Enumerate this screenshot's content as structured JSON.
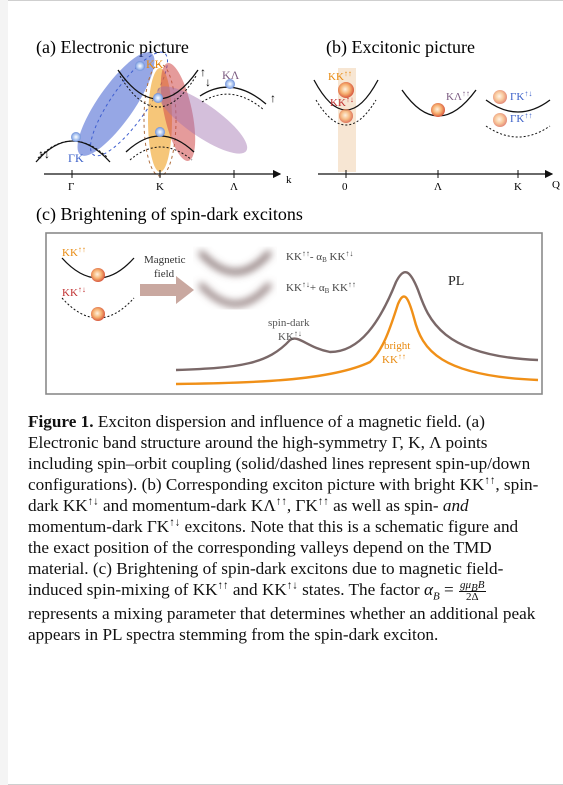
{
  "panel_a": {
    "title": "(a) Electronic picture",
    "valley_labels": {
      "kk": "KK",
      "klambda": "KΛ",
      "gammak": "ΓK"
    },
    "spin_marks": {
      "left": "↑↓",
      "up": "↑",
      "down": "↓"
    },
    "axis_ticks": [
      "Γ",
      "K",
      "Λ"
    ],
    "axis_label": "k"
  },
  "panel_b": {
    "title": "(b) Excitonic picture",
    "labels": {
      "kk_upup": "KK",
      "kk_updown": "KK",
      "klambda": "KΛ",
      "gk_updown": "ΓK",
      "gk_upup": "ΓK"
    },
    "spins": {
      "upup": "↑↑",
      "updown": "↑↓"
    },
    "axis_ticks": [
      "0",
      "Λ",
      "K"
    ],
    "axis_label": "Q"
  },
  "panel_c": {
    "title": "(c) Brightening of spin-dark excitons",
    "kk_upup": "KK",
    "kk_updown": "KK",
    "spins": {
      "upup": "↑↑",
      "updown": "↑↓"
    },
    "arrow_label_1": "Magnetic",
    "arrow_label_2": "field",
    "mix_upper_prefix": "KK",
    "mix_upper_op": "- α",
    "mix_lower_prefix": "KK",
    "mix_lower_op": "+ α",
    "alpha_sub": "B",
    "mix_kk": "KK",
    "pl_label": "PL",
    "dark_label_1": "spin-dark",
    "dark_label_2": "KK",
    "bright_label_1": "bright",
    "bright_label_2": "KK"
  },
  "caption": {
    "label": "Figure 1.",
    "t1": " Exciton dispersion and influence of a magnetic field. (a) Electronic band structure around the high-symmetry Γ, K, Λ points including spin–orbit coupling (solid/dashed lines represent spin-up/down configurations). (b) Corresponding exciton picture with bright KK",
    "s1": "↑↑",
    "t2": ", spin-dark KK",
    "s2": "↑↓",
    "t3": " and momentum-dark KΛ",
    "s3": "↑↑",
    "t4": ", ΓK",
    "s4": "↑↑",
    "t5": " as well as spin- ",
    "t5i": "and",
    "t6": " momentum-dark ΓK",
    "s6": "↑↓",
    "t7": " excitons. Note that this is a schematic figure and the exact position of the corresponding valleys depend on the TMD material. (c) Brightening of spin-dark excitons due to magnetic field-induced spin-mixing of KK",
    "s7": "↑↑",
    "t8": " and KK",
    "s8": "↑↓",
    "t9": " states. The factor ",
    "alpha": "α",
    "alpha_sub": "B",
    "eq": " = ",
    "frac_num": "gμ",
    "frac_num_sub": "B",
    "frac_num_tail": "B",
    "frac_den": "2Δ",
    "t10": " represents a mixing parameter that determines whether an additional peak appears in PL spectra stemming from the spin-dark exciton."
  },
  "colors": {
    "blue": "#3f5fd0",
    "orange": "#f0a020",
    "red": "#d04848",
    "purple": "#a070b0",
    "pl_brown": "#7a6868",
    "pl_orange": "#f09018",
    "label_orange": "#e88a10",
    "label_red": "#c03030",
    "label_blue": "#3a5fc8"
  }
}
